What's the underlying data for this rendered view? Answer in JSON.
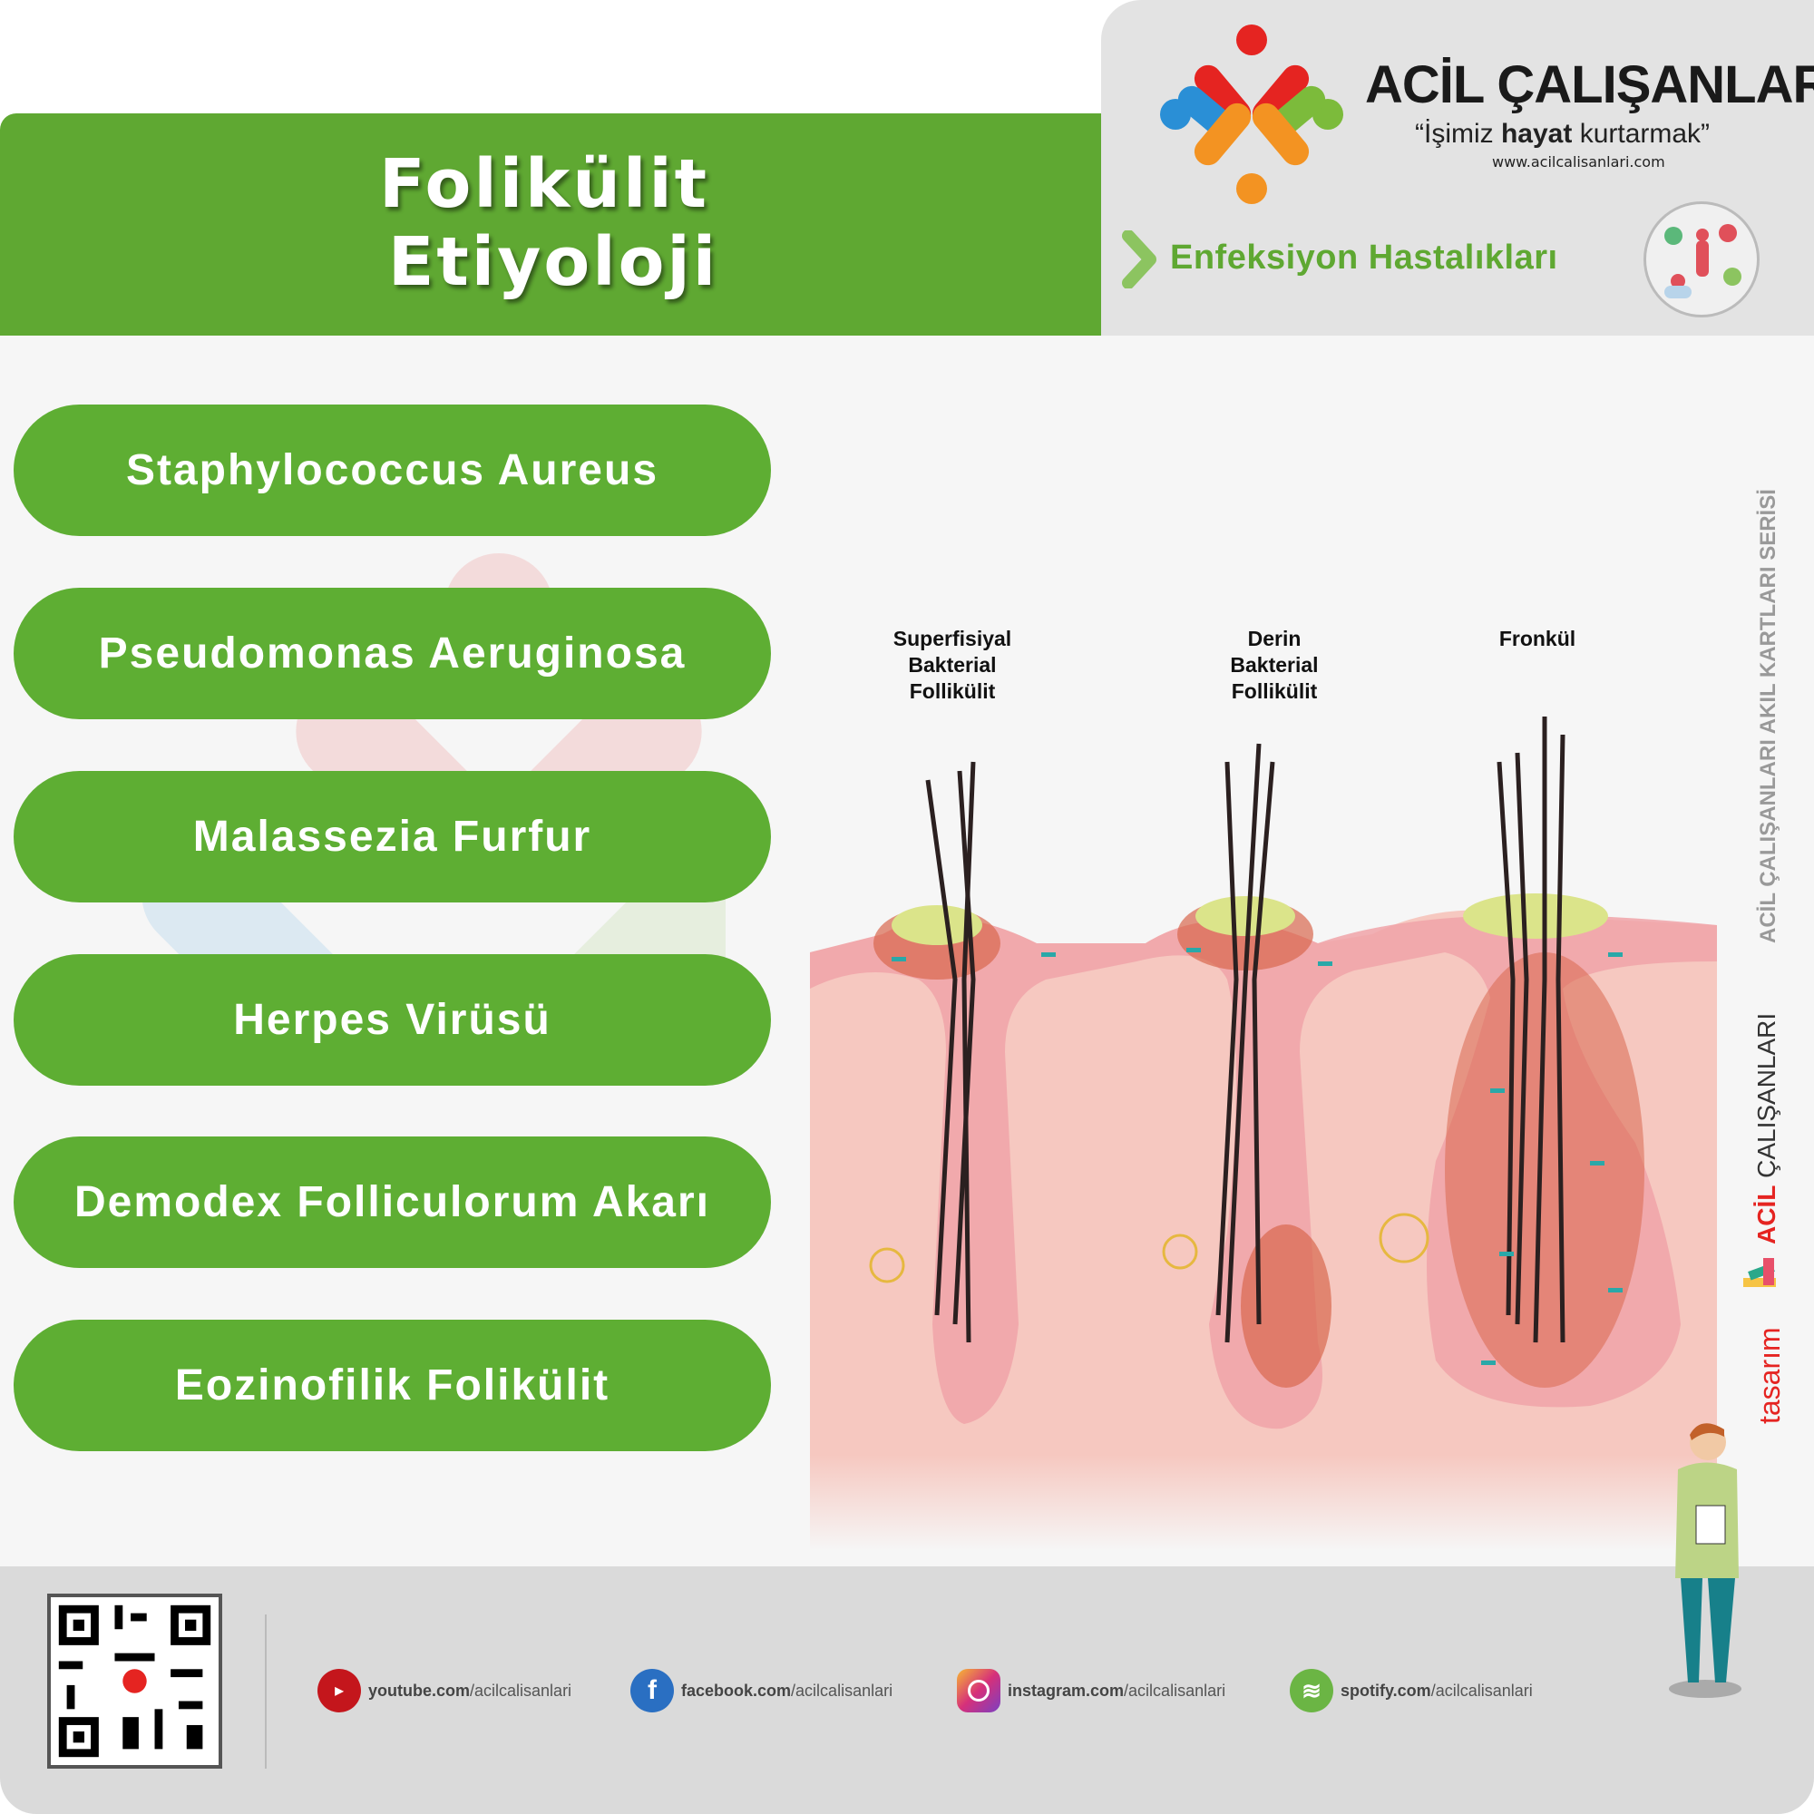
{
  "header": {
    "title_line1": "Folikülit",
    "title_line2": "Etiyoloji"
  },
  "brand": {
    "name": "ACİL ÇALIŞANLARI",
    "slogan_pre": "“İşimiz ",
    "slogan_bold": "hayat",
    "slogan_post": " kurtarmak”",
    "url": "www.acilcalisanlari.com"
  },
  "category": {
    "label": "Enfeksiyon Hastalıkları",
    "icon": "infection-icon"
  },
  "etiology_items": [
    {
      "label": "Staphylococcus Aureus"
    },
    {
      "label": "Pseudomonas Aeruginosa"
    },
    {
      "label": "Malassezia Furfur"
    },
    {
      "label": "Herpes Virüsü"
    },
    {
      "label": "Demodex Folliculorum Akarı"
    },
    {
      "label": "Eozinofilik Folikülit"
    }
  ],
  "diagram": {
    "labels": [
      {
        "l1": "Superfisiyal",
        "l2": "Bakterial",
        "l3": "Follikülit"
      },
      {
        "l1": "Derin",
        "l2": "Bakterial",
        "l3": "Follikülit"
      },
      {
        "l1": "Fronkül"
      }
    ]
  },
  "side": {
    "series": "ACİL ÇALIŞANLARI AKIL KARTLARI SERİSİ",
    "brand": "ÇALIŞANLARI",
    "brand_acil": "ACİL",
    "design": "tasarım"
  },
  "footer": {
    "social": [
      {
        "bold": "youtube.com",
        "rest": "/acilcalisanlari",
        "icon": "youtube-icon",
        "color": "#c4161c"
      },
      {
        "bold": "facebook.com",
        "rest": "/acilcalisanlari",
        "icon": "facebook-icon",
        "color": "#2a6fc2"
      },
      {
        "bold": "instagram.com",
        "rest": "/acilcalisanlari",
        "icon": "instagram-icon",
        "color": "#d6307a"
      },
      {
        "bold": "spotify.com",
        "rest": "/acilcalisanlari",
        "icon": "spotify-icon",
        "color": "#6bb544"
      }
    ]
  },
  "colors": {
    "green": "#5fa832",
    "pill": "#5eae33",
    "skin": "#f6c8c0"
  }
}
